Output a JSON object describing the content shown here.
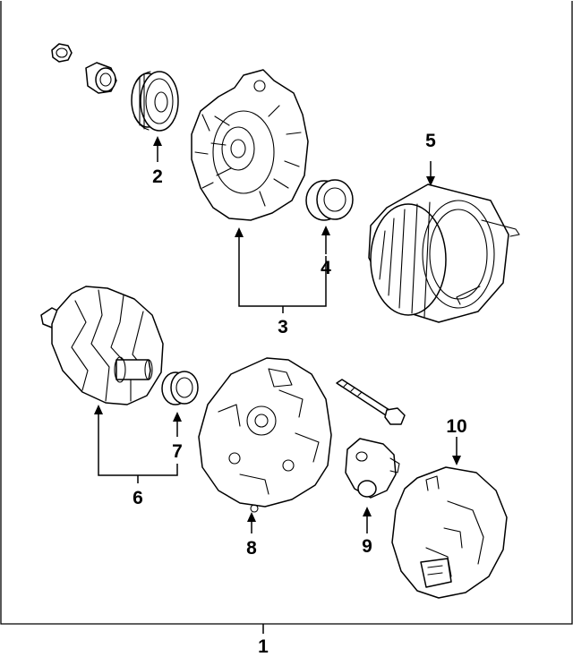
{
  "callouts": {
    "c1": "1",
    "c2": "2",
    "c3": "3",
    "c4": "4",
    "c5": "5",
    "c6": "6",
    "c7": "7",
    "c8": "8",
    "c9": "9",
    "c10": "10"
  },
  "parts": [
    {
      "callout": "1",
      "icon": "alternator-assembly-icon"
    },
    {
      "callout": "2",
      "icon": "pulley-icon"
    },
    {
      "callout": "3",
      "icon": "front-housing-icon"
    },
    {
      "callout": "4",
      "icon": "front-bearing-icon"
    },
    {
      "callout": "5",
      "icon": "stator-icon"
    },
    {
      "callout": "6",
      "icon": "rotor-icon"
    },
    {
      "callout": "7",
      "icon": "rear-bearing-icon"
    },
    {
      "callout": "8",
      "icon": "rear-housing-icon"
    },
    {
      "callout": "9",
      "icon": "voltage-regulator-icon"
    },
    {
      "callout": "10",
      "icon": "rear-cover-icon"
    }
  ]
}
